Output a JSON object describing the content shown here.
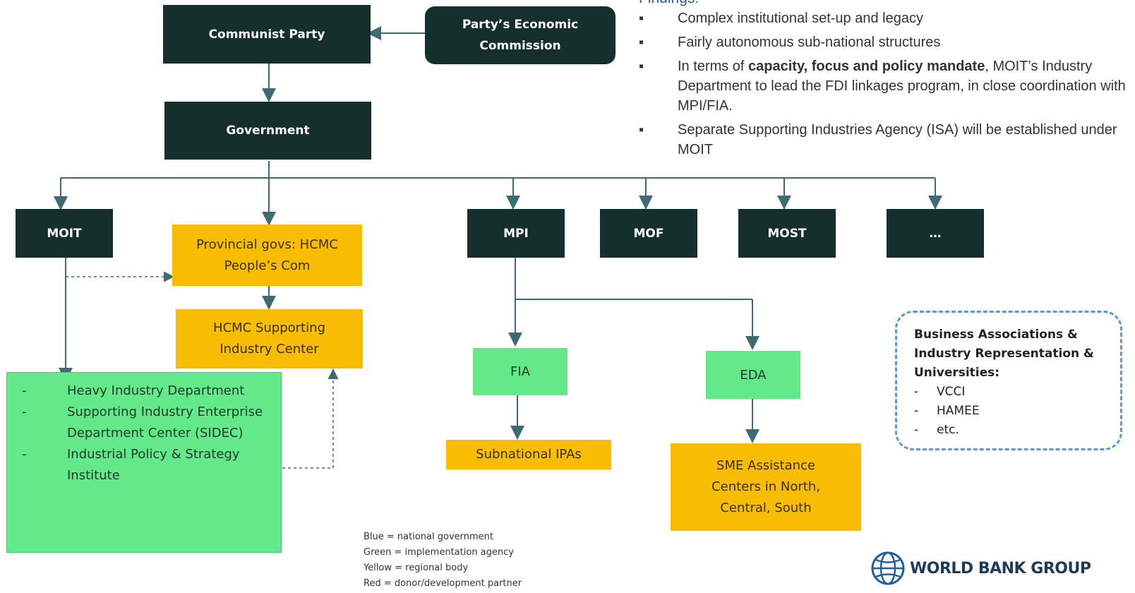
{
  "nodes": {
    "communist_party": "Communist Party",
    "economic_commission": "Party’s Economic Commission",
    "government": "Government",
    "moit": "MOIT",
    "provincial": "Provincial govs: HCMC People’s Com",
    "hcmc_center": "HCMC Supporting Industry Center",
    "mpi": "MPI",
    "mof": "MOF",
    "most": "MOST",
    "other": "…",
    "fia": "FIA",
    "eda": "EDA",
    "subnational_ipas": "Subnational IPAs",
    "sme_centers": "SME Assistance Centers in North, Central, South"
  },
  "moit_departments": [
    "Heavy Industry Department",
    "Supporting Industry Enterprise Department Center (SIDEC)",
    "Industrial Policy & Strategy Institute"
  ],
  "findings": {
    "heading": "Findings:",
    "items": [
      {
        "text": "Complex institutional set-up and legacy"
      },
      {
        "text": "Fairly autonomous sub-national structures"
      },
      {
        "prefix": "In terms of ",
        "bold": "capacity, focus and policy mandate",
        "suffix": ", MOIT’s Industry Department to lead the FDI linkages program, in close coordination with MPI/FIA."
      },
      {
        "text": "Separate Supporting Industries Agency (ISA) will be established under MOIT"
      }
    ]
  },
  "business": {
    "title": "Business Associations & Industry Representation & Universities:",
    "items": [
      "VCCI",
      "HAMEE",
      "etc."
    ]
  },
  "legend": [
    "Blue = national government",
    "Green = implementation agency",
    "Yellow = regional body",
    "Red = donor/development partner"
  ],
  "logo_text": "WORLD BANK GROUP",
  "colors": {
    "dark_box": "#15302c",
    "yellow_box": "#f8bd00",
    "green_box": "#63e88a",
    "connector": "#3d6b75",
    "dashed_border": "#5b9bd5"
  }
}
